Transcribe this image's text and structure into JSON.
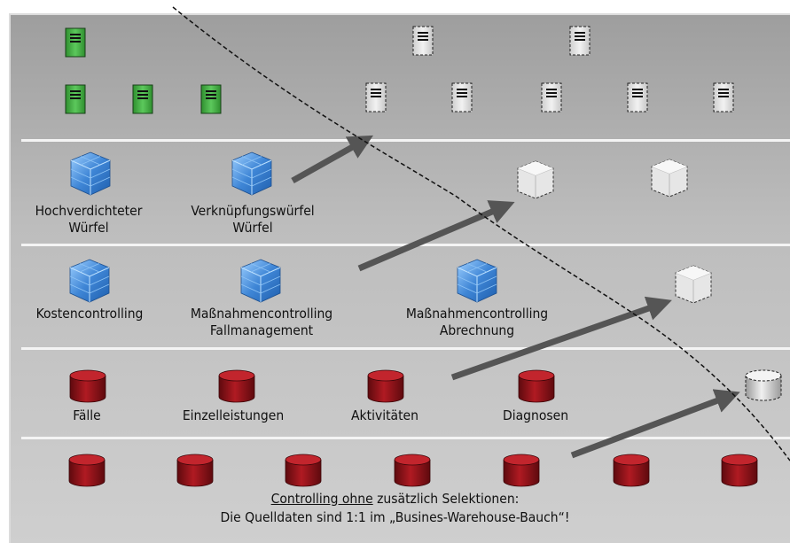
{
  "cube_labels": [
    {
      "line1": "Hochverdichteter",
      "line2": "Würfel"
    },
    {
      "line1": "Verknüpfungswürfel",
      "line2": "Würfel"
    }
  ],
  "controlling_labels": [
    {
      "line1": "Kostencontrolling",
      "line2": ""
    },
    {
      "line1": "Maßnahmencontrolling",
      "line2": "Fallmanagement"
    },
    {
      "line1": "Maßnahmencontrolling",
      "line2": "Abrechnung"
    }
  ],
  "db_labels": [
    "Fälle",
    "Einzelleistungen",
    "Aktivitäten",
    "Diagnosen"
  ],
  "caption": {
    "part1": "Controlling ohne",
    "part2": " zusätzlich Selektionen:",
    "line2": "Die Quelldaten sind 1:1 im „Busines-Warehouse-Bauch“!"
  },
  "colors": {
    "report_active": "#3faa3f",
    "cube_active": "#3b7fd0",
    "db_active": "#8b1016",
    "planned": "#e6e6e6",
    "arrow": "#555555"
  }
}
